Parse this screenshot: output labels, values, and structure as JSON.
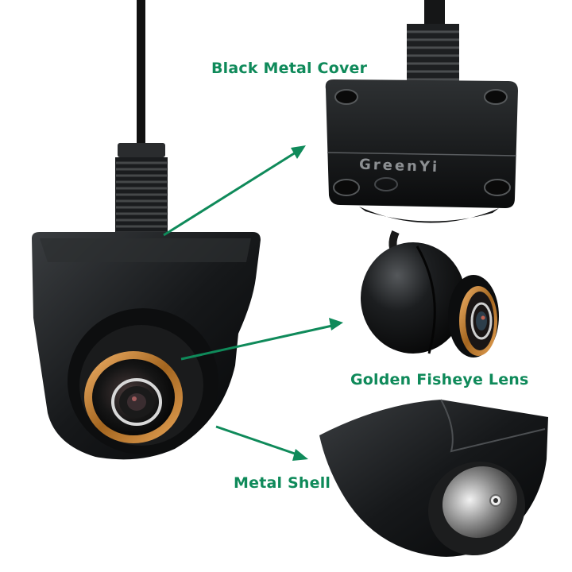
{
  "image": {
    "description": "Product photo of a car camera with callouts",
    "accent_color": "#0f8a5a"
  },
  "labels": {
    "black_metal_cover": "Black Metal Cover",
    "golden_fisheye_lens": "Golden Fisheye Lens",
    "metal_shell": "Metal Shell"
  },
  "engraving": {
    "brand": "GreenYi"
  }
}
